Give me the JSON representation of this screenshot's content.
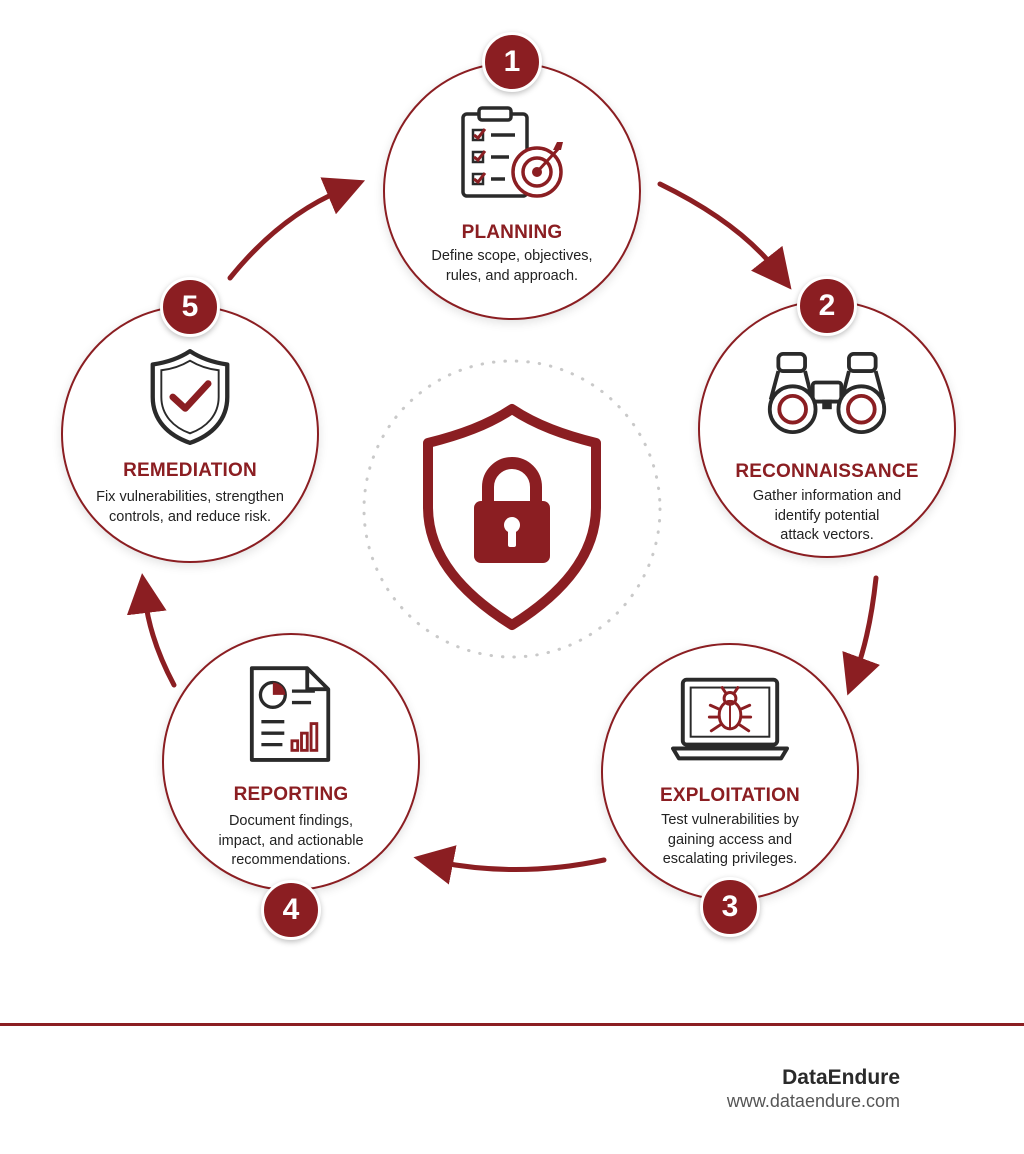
{
  "colors": {
    "accent": "#8b1e22",
    "text": "#222222",
    "background": "#ffffff"
  },
  "center": {
    "icon": "shield-lock-icon"
  },
  "stages": [
    {
      "number": "1",
      "title": "PLANNING",
      "desc": [
        "Define scope, objectives,",
        "rules, and approach."
      ],
      "icon": "clipboard-target-icon"
    },
    {
      "number": "2",
      "title": "RECONNAISSANCE",
      "desc": [
        "Gather information and",
        "identify potential",
        "attack vectors."
      ],
      "icon": "binoculars-icon"
    },
    {
      "number": "3",
      "title": "EXPLOITATION",
      "desc": [
        "Test vulnerabilities by",
        "gaining access and",
        "escalating privileges."
      ],
      "icon": "laptop-bug-icon"
    },
    {
      "number": "4",
      "title": "REPORTING",
      "desc": [
        "Document findings,",
        "impact, and actionable",
        "recommendations."
      ],
      "icon": "report-document-icon"
    },
    {
      "number": "5",
      "title": "REMEDIATION",
      "desc": [
        "Fix vulnerabilities, strengthen",
        "controls, and reduce risk."
      ],
      "icon": "shield-check-icon"
    }
  ],
  "footer": {
    "brand": "DataEndure",
    "url": "www.dataendure.com"
  }
}
